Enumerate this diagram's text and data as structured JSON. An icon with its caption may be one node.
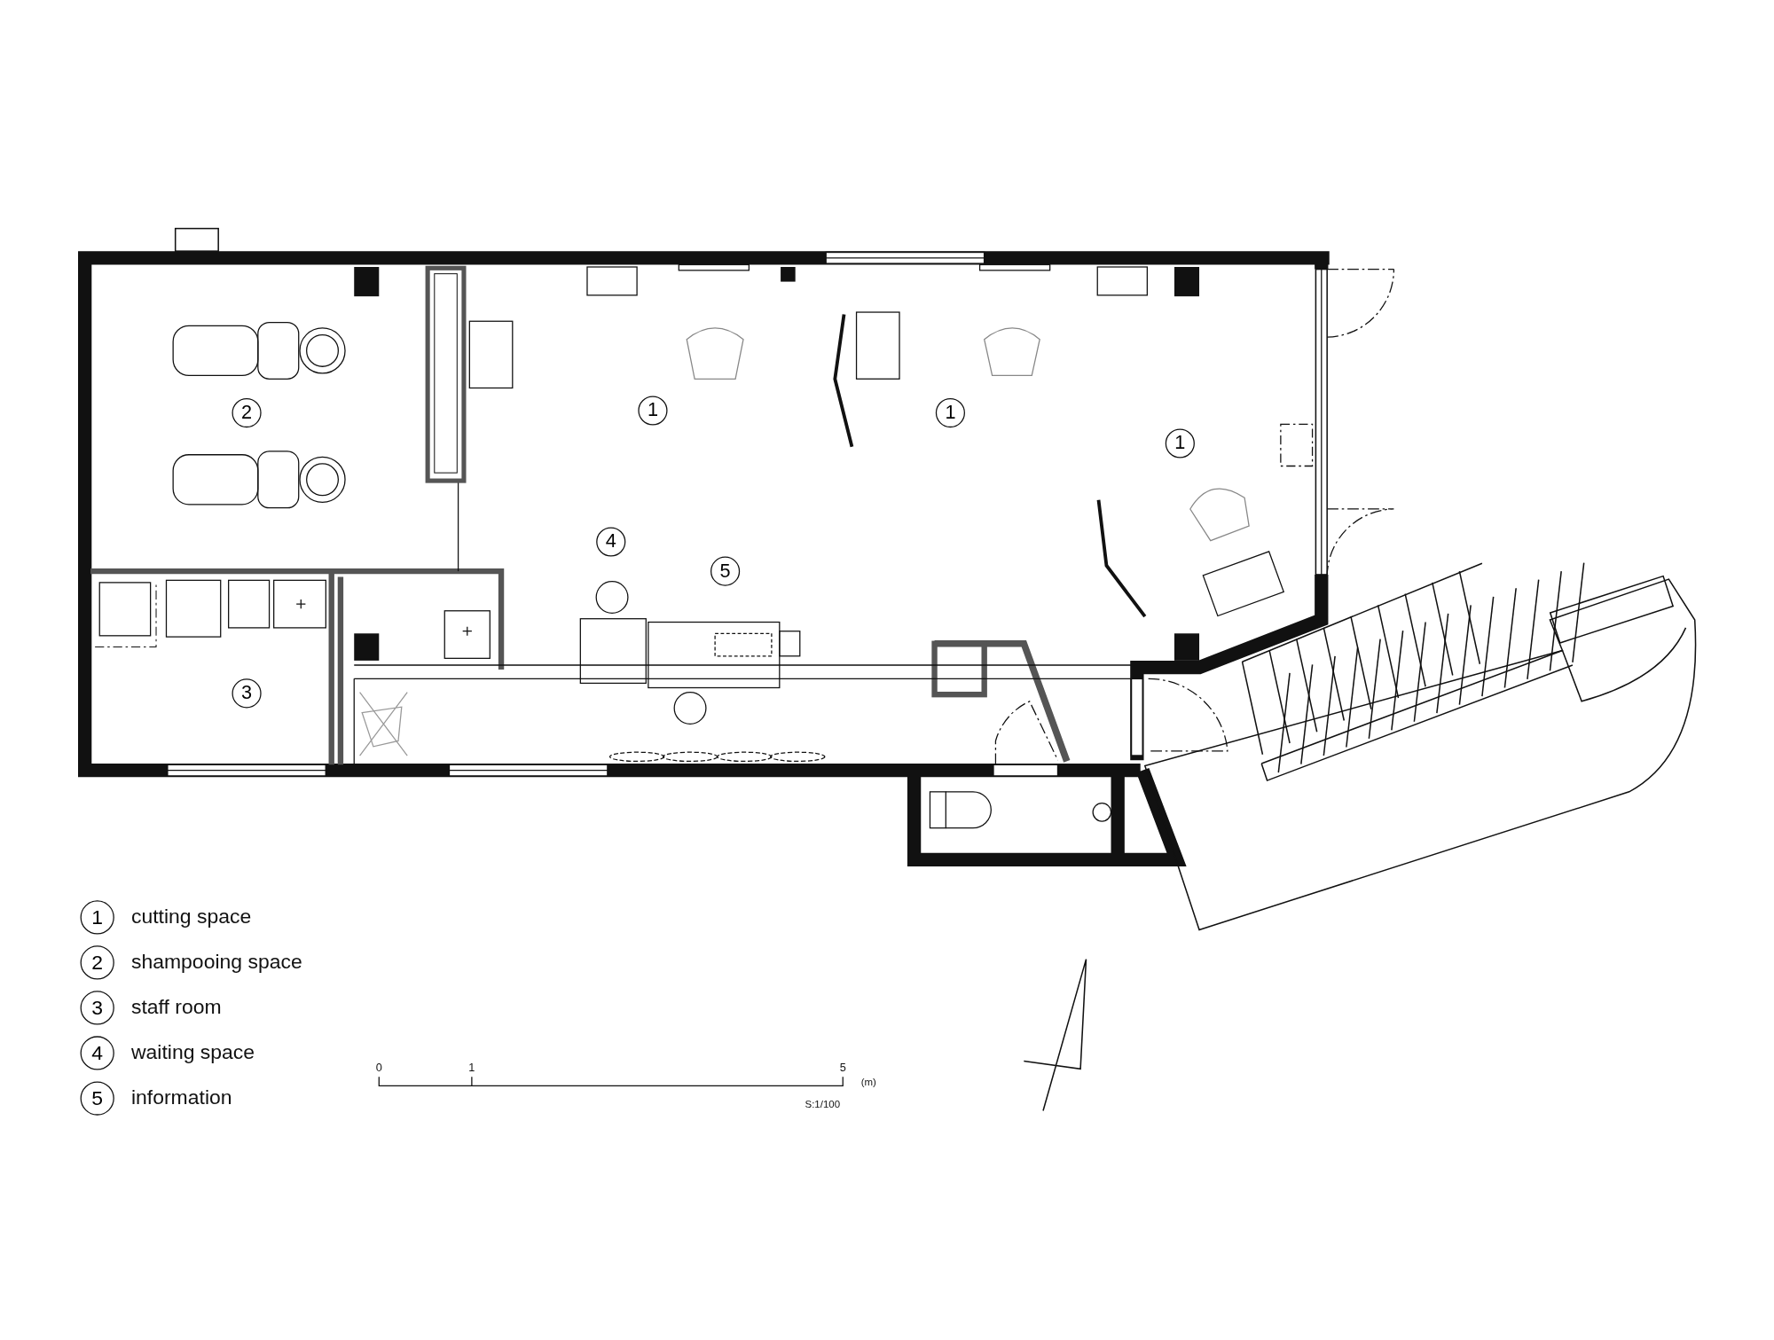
{
  "diagram": {
    "labels": [
      "2",
      "1",
      "1",
      "1",
      "4",
      "5",
      "3",
      "1",
      "2",
      "3",
      "4",
      "5",
      "0",
      "1",
      "5",
      "(m)",
      "S:1/100"
    ],
    "legend": [
      {
        "text": "cutting space"
      },
      {
        "text": "shampooing space"
      },
      {
        "text": "staff room"
      },
      {
        "text": "waiting space"
      },
      {
        "text": "information"
      }
    ]
  }
}
